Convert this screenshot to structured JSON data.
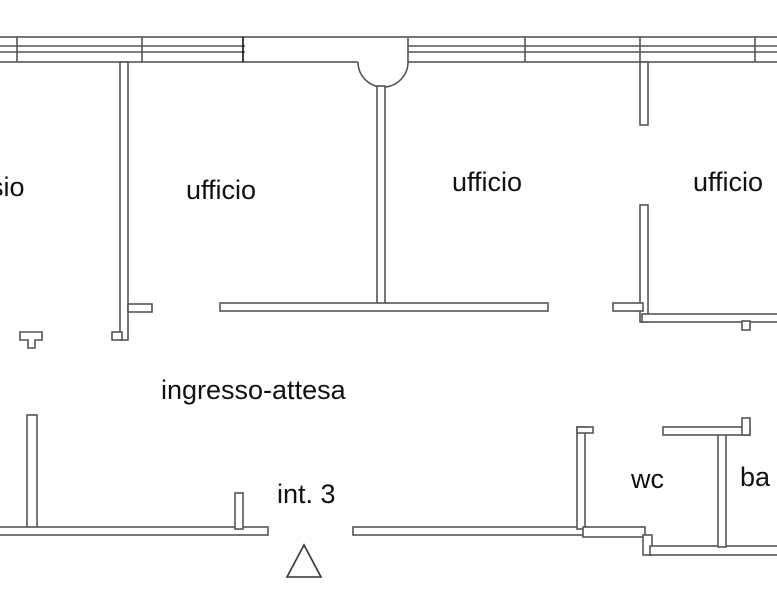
{
  "rooms": {
    "left_partial": "sio",
    "office_1": "ufficio",
    "office_2": "ufficio",
    "office_3": "ufficio",
    "entrance": "ingresso-attesa",
    "unit": "int. 3",
    "wc": "wc",
    "bath_partial": "ba"
  },
  "symbols": {
    "entrance_marker": "triangle-icon"
  }
}
